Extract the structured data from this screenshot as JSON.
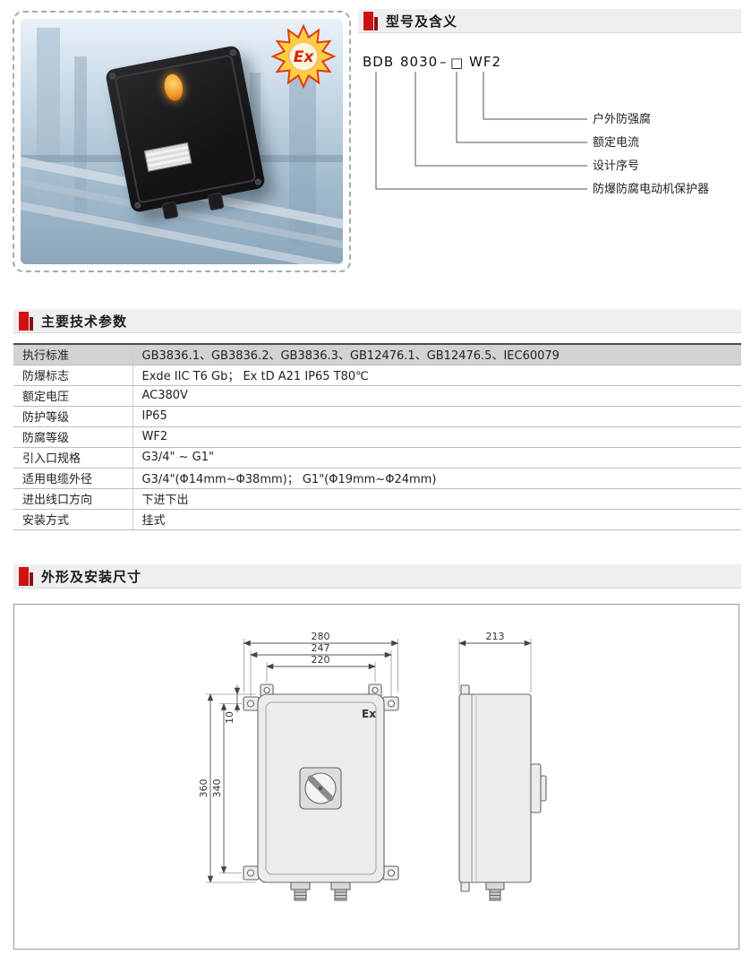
{
  "photo": {
    "ex_badge": "Ex"
  },
  "model_section": {
    "title": "型号及含义",
    "code": {
      "prefix": "BDB",
      "series": "8030",
      "dash": "–",
      "box": "□",
      "suffix": "WF2"
    },
    "callouts": [
      {
        "label": "户外防强腐"
      },
      {
        "label": "额定电流"
      },
      {
        "label": "设计序号"
      },
      {
        "label": "防爆防腐电动机保护器"
      }
    ]
  },
  "params_section": {
    "title": "主要技术参数",
    "rows": [
      {
        "label": "执行标准",
        "value": "GB3836.1、GB3836.2、GB3836.3、GB12476.1、GB12476.5、IEC60079"
      },
      {
        "label": "防爆标志",
        "value": "Exde IIC T6 Gb； Ex tD A21 IP65 T80℃"
      },
      {
        "label": "额定电压",
        "value": "AC380V"
      },
      {
        "label": "防护等级",
        "value": "IP65"
      },
      {
        "label": "防腐等级",
        "value": "WF2"
      },
      {
        "label": "引入口规格",
        "value": "G3/4\" ~ G1\""
      },
      {
        "label": "适用电缆外径",
        "value": "G3/4\"(Φ14mm~Φ38mm)； G1\"(Φ19mm~Φ24mm)"
      },
      {
        "label": "进出线口方向",
        "value": "下进下出"
      },
      {
        "label": "安装方式",
        "value": "挂式"
      }
    ]
  },
  "dimensions_section": {
    "title": "外形及安装尺寸",
    "front_view": {
      "width_overall": "280",
      "width_mounting": "247",
      "width_top_holes": "220",
      "height_overall": "360",
      "height_mounting": "340",
      "hole_offset": "10",
      "ex_mark": "Ex"
    },
    "side_view": {
      "depth": "213"
    }
  }
}
